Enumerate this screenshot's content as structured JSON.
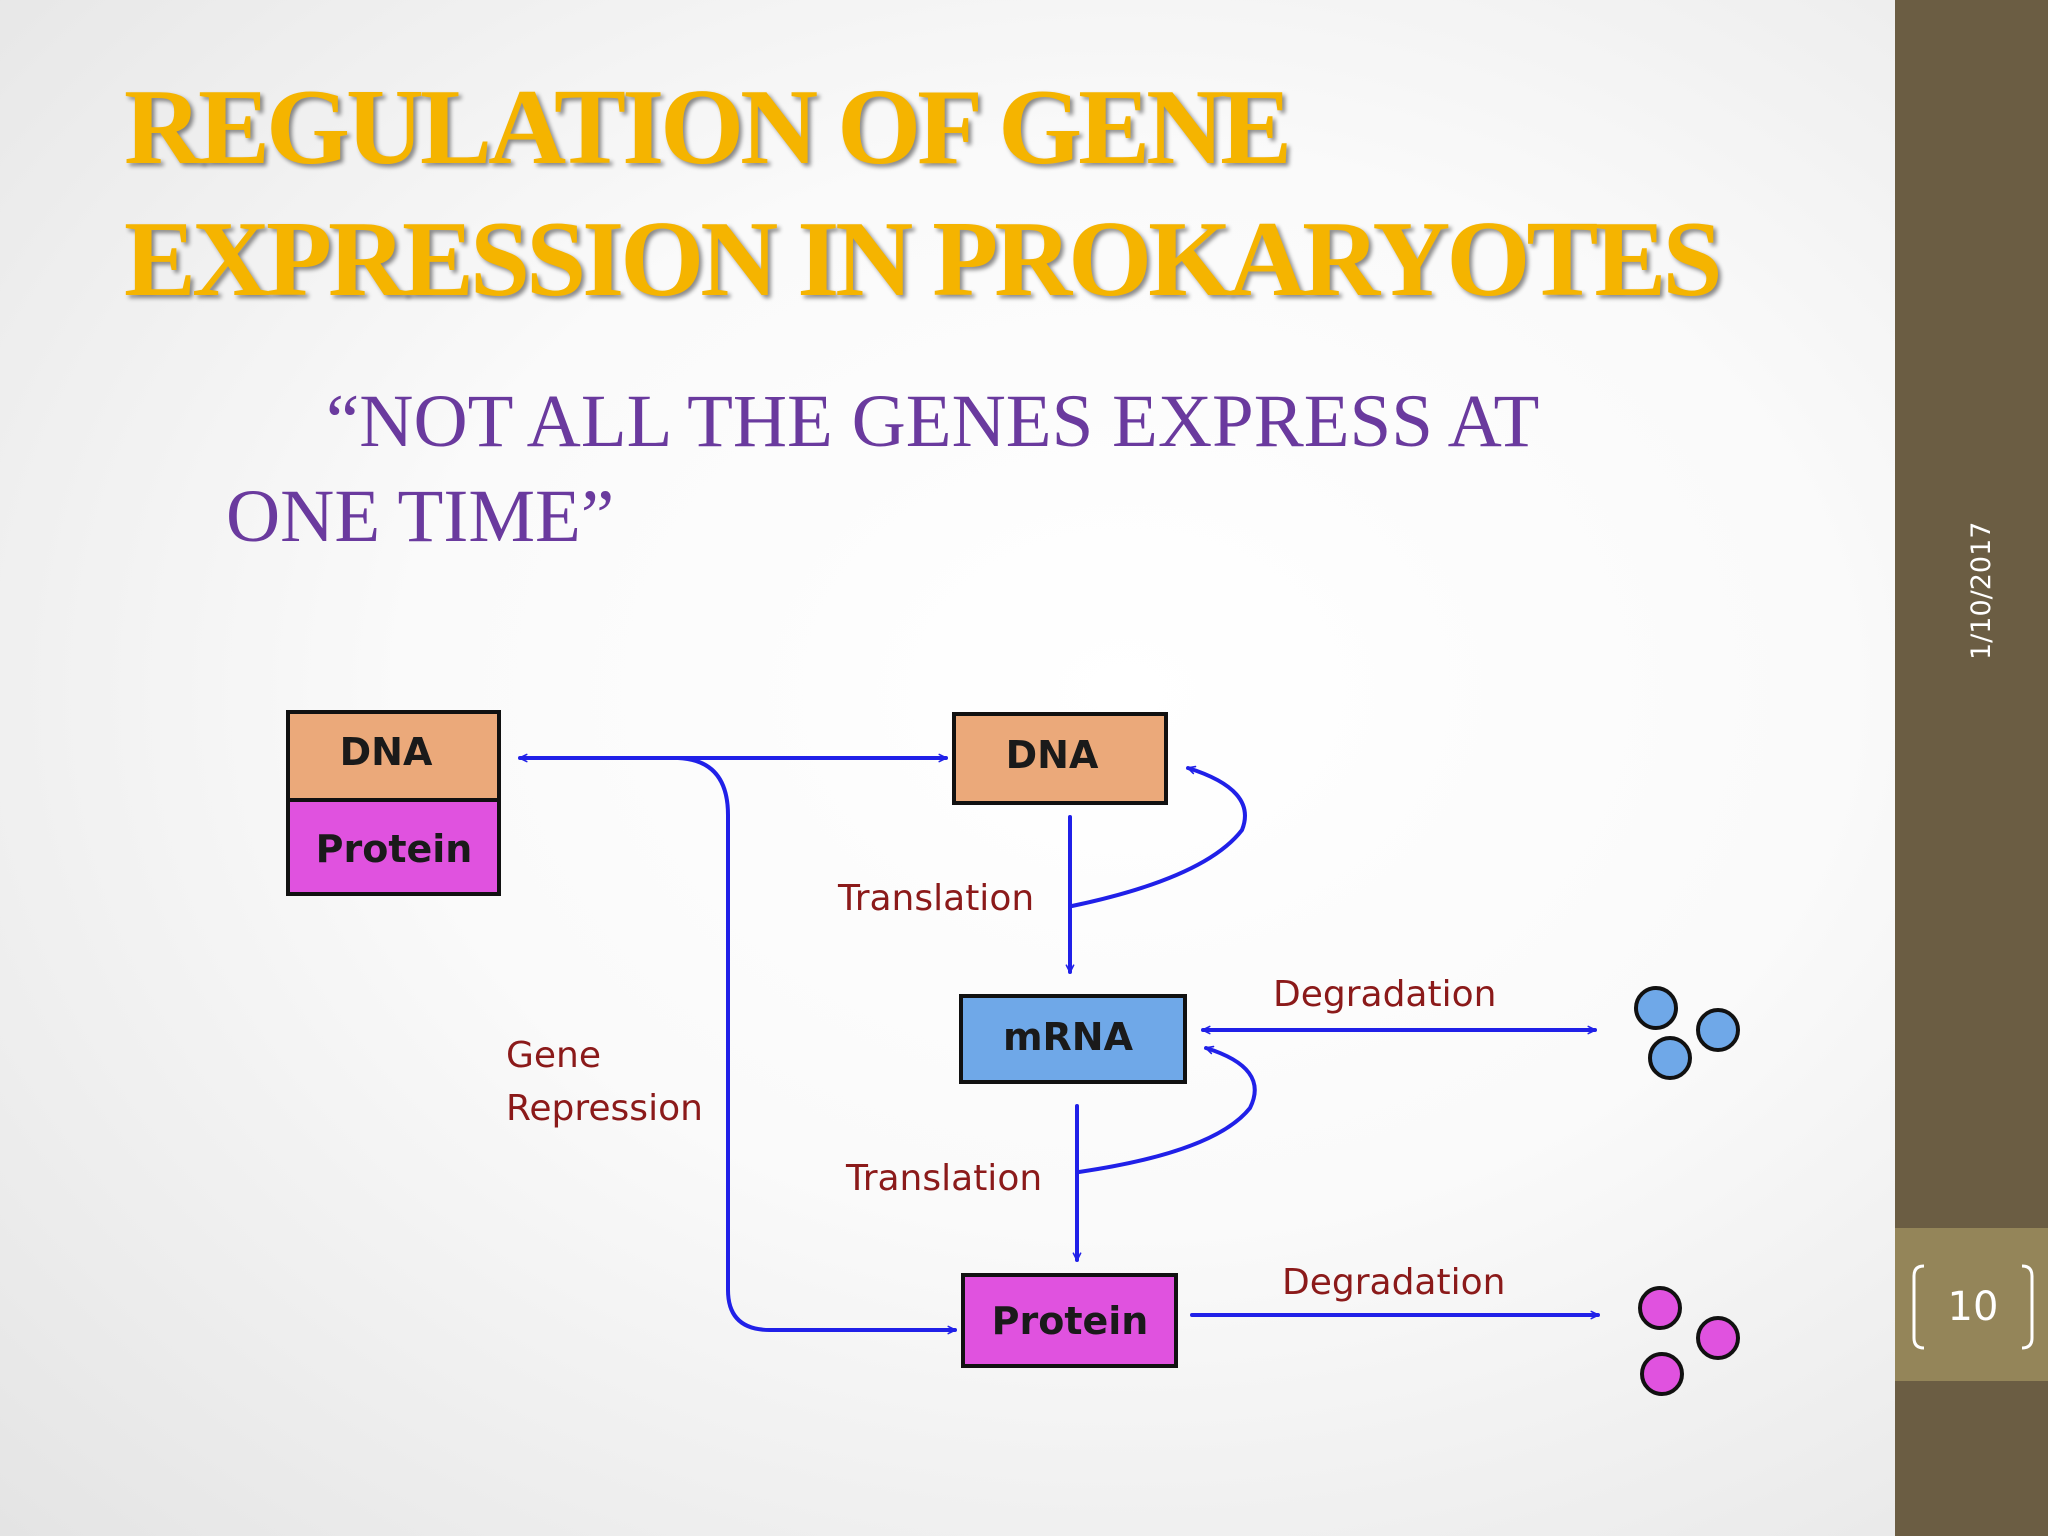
{
  "slide": {
    "title_line1": "REGULATION OF GENE",
    "title_line2": "EXPRESSION IN PROKARYOTES",
    "quote": "“NOT ALL THE GENES EXPRESS AT ONE TIME”",
    "date": "1/10/2017",
    "page_number": "10"
  },
  "diagram": {
    "left_box_top": "DNA",
    "left_box_bottom": "Protein",
    "dna_box": "DNA",
    "mrna_box": "mRNA",
    "protein_box": "Protein",
    "translation_label_1": "Translation",
    "translation_label_2": "Translation",
    "degradation_label_1": "Degradation",
    "degradation_label_2": "Degradation",
    "gene_repression_line1": "Gene",
    "gene_repression_line2": "Repression"
  },
  "colors": {
    "title": "#f5b400",
    "quote": "#6a3a9e",
    "dna_box": "#eba97a",
    "protein_box": "#e052df",
    "mrna_box": "#6fa8e8",
    "arrow": "#2020e8",
    "label": "#8b1a1a",
    "sidebar": "#6b5d43",
    "sidebar_box": "#948559"
  }
}
